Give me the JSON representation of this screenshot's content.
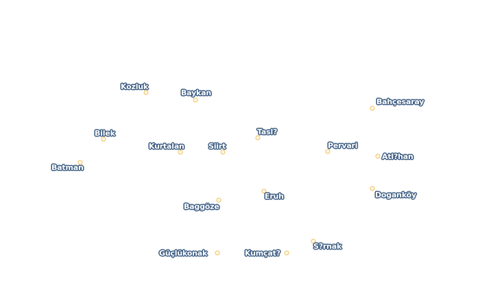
{
  "colors": {
    "background": "#ffffff",
    "dot_fill": "#fff8e6",
    "dot_stroke": "#f0c060",
    "label_text": "#ffffff",
    "label_halo": "#3a5a80"
  },
  "places": [
    {
      "name": "Kozluk"
    },
    {
      "name": "Baykan"
    },
    {
      "name": "Bahçesaray"
    },
    {
      "name": "Bilek"
    },
    {
      "name": "Tasl?"
    },
    {
      "name": "Kurtalan"
    },
    {
      "name": "Siirt"
    },
    {
      "name": "Pervari"
    },
    {
      "name": "Atl?han"
    },
    {
      "name": "Batman"
    },
    {
      "name": "Eruh"
    },
    {
      "name": "Doganköy"
    },
    {
      "name": "Baggöze"
    },
    {
      "name": "S?rnak"
    },
    {
      "name": "Güçlükonak"
    },
    {
      "name": "Kumçat?"
    }
  ]
}
